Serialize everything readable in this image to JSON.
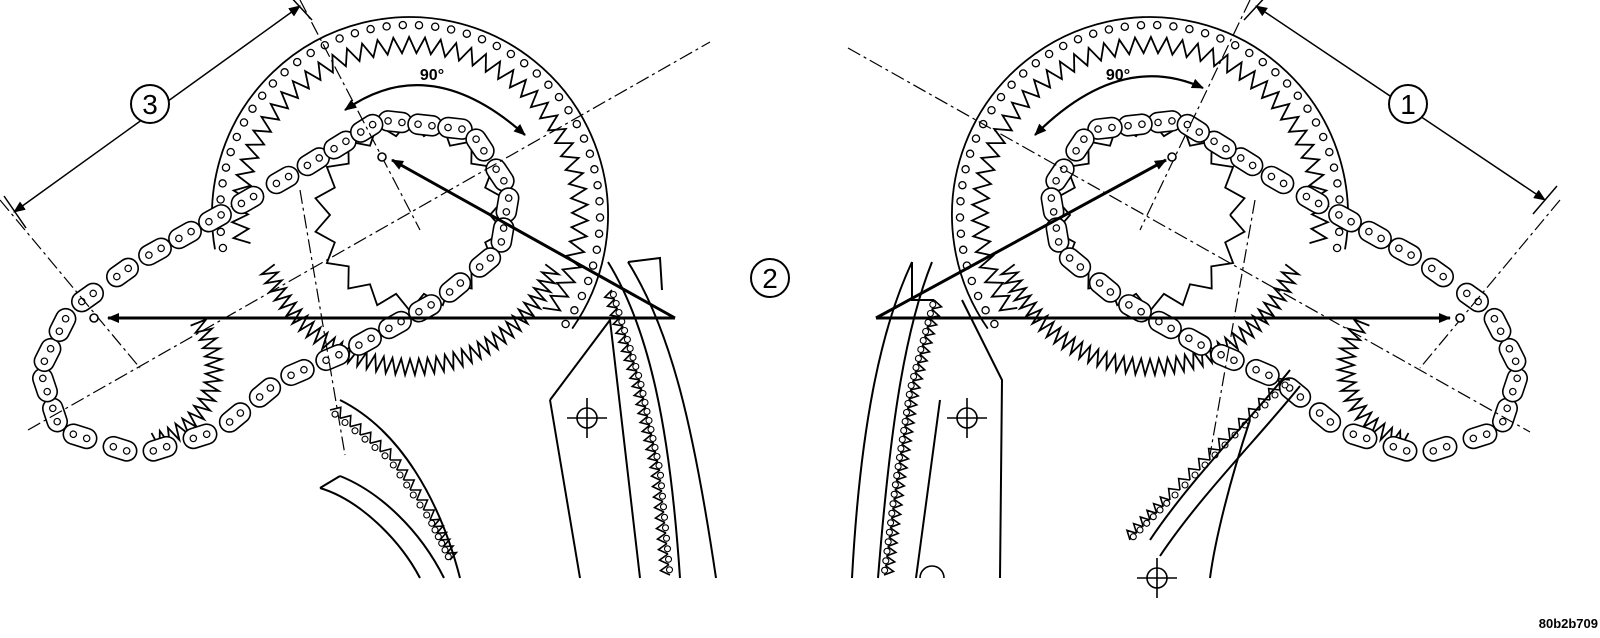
{
  "diagram": {
    "callouts": [
      {
        "id": "callout-1",
        "label": "1"
      },
      {
        "id": "callout-2",
        "label": "2"
      },
      {
        "id": "callout-3",
        "label": "3"
      }
    ],
    "angle_labels": [
      "90°",
      "90°"
    ],
    "figure_id": "80b2b709",
    "colors": {
      "line": "#000000",
      "background": "#ffffff"
    }
  }
}
